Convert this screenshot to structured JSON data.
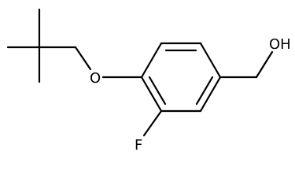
{
  "molecule": {
    "atom_labels": {
      "oxygen_ether": "O",
      "hydroxyl": "OH",
      "fluorine": "F"
    },
    "colors": {
      "bond": "#000000",
      "text": "#000000",
      "background": "#ffffff"
    }
  }
}
